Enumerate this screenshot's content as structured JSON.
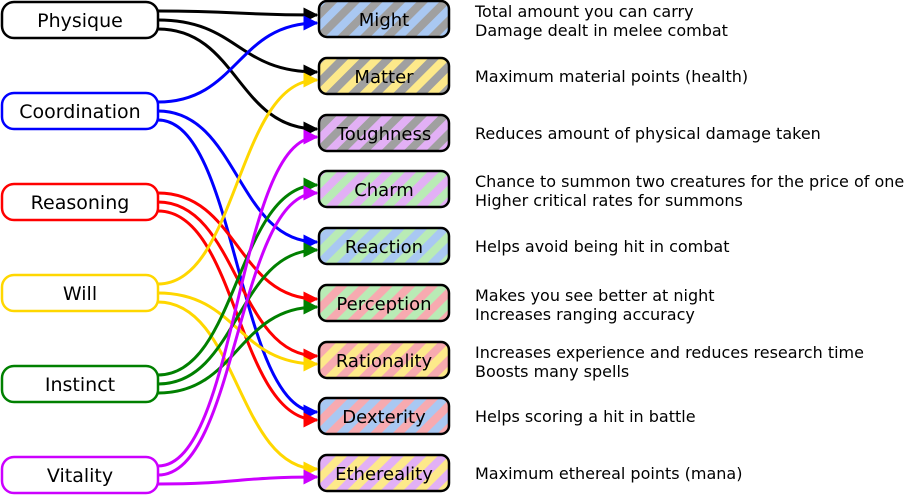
{
  "primaries": [
    {
      "id": "physique",
      "label": "Physique",
      "color": "#000000"
    },
    {
      "id": "coordination",
      "label": "Coordination",
      "color": "#0000ff"
    },
    {
      "id": "reasoning",
      "label": "Reasoning",
      "color": "#ff0000"
    },
    {
      "id": "will",
      "label": "Will",
      "color": "#ffd700"
    },
    {
      "id": "instinct",
      "label": "Instinct",
      "color": "#008000"
    },
    {
      "id": "vitality",
      "label": "Vitality",
      "color": "#cc00ff"
    }
  ],
  "secondaries": [
    {
      "id": "might",
      "label": "Might",
      "colors": [
        "#a9c8f2",
        "#a0a0a0"
      ],
      "description": [
        "Total amount you can carry",
        "Damage dealt in melee combat"
      ]
    },
    {
      "id": "matter",
      "label": "Matter",
      "colors": [
        "#fde98a",
        "#a0a0a0"
      ],
      "description": [
        "Maximum material points (health)"
      ]
    },
    {
      "id": "toughness",
      "label": "Toughness",
      "colors": [
        "#e2b0f5",
        "#a0a0a0"
      ],
      "description": [
        "Reduces amount of physical damage taken"
      ]
    },
    {
      "id": "charm",
      "label": "Charm",
      "colors": [
        "#b9ebb5",
        "#e2b0f5"
      ],
      "description": [
        "Chance to summon two creatures for the price of one",
        "Higher critical rates for summons"
      ]
    },
    {
      "id": "reaction",
      "label": "Reaction",
      "colors": [
        "#b9ebb5",
        "#a9c8f2"
      ],
      "description": [
        "Helps avoid being hit in combat"
      ]
    },
    {
      "id": "perception",
      "label": "Perception",
      "colors": [
        "#b9ebb5",
        "#f7aab0"
      ],
      "description": [
        "Makes you see better at night",
        "Increases ranging accuracy"
      ]
    },
    {
      "id": "rationality",
      "label": "Rationality",
      "colors": [
        "#fde98a",
        "#f7aab0"
      ],
      "description": [
        "Increases experience and reduces research time",
        "Boosts many spells"
      ]
    },
    {
      "id": "dexterity",
      "label": "Dexterity",
      "colors": [
        "#a9c8f2",
        "#f7aab0"
      ],
      "description": [
        "Helps scoring a hit in battle"
      ]
    },
    {
      "id": "ethereality",
      "label": "Ethereality",
      "colors": [
        "#fde98a",
        "#e2b0f5"
      ],
      "description": [
        "Maximum ethereal points (mana)"
      ]
    }
  ],
  "connections": [
    {
      "from": "physique",
      "to": "might"
    },
    {
      "from": "physique",
      "to": "matter"
    },
    {
      "from": "physique",
      "to": "toughness"
    },
    {
      "from": "coordination",
      "to": "might"
    },
    {
      "from": "coordination",
      "to": "reaction"
    },
    {
      "from": "coordination",
      "to": "dexterity"
    },
    {
      "from": "reasoning",
      "to": "perception"
    },
    {
      "from": "reasoning",
      "to": "rationality"
    },
    {
      "from": "reasoning",
      "to": "dexterity"
    },
    {
      "from": "will",
      "to": "matter"
    },
    {
      "from": "will",
      "to": "rationality"
    },
    {
      "from": "will",
      "to": "ethereality"
    },
    {
      "from": "instinct",
      "to": "charm"
    },
    {
      "from": "instinct",
      "to": "reaction"
    },
    {
      "from": "instinct",
      "to": "perception"
    },
    {
      "from": "vitality",
      "to": "toughness"
    },
    {
      "from": "vitality",
      "to": "charm"
    },
    {
      "from": "vitality",
      "to": "ethereality"
    }
  ]
}
